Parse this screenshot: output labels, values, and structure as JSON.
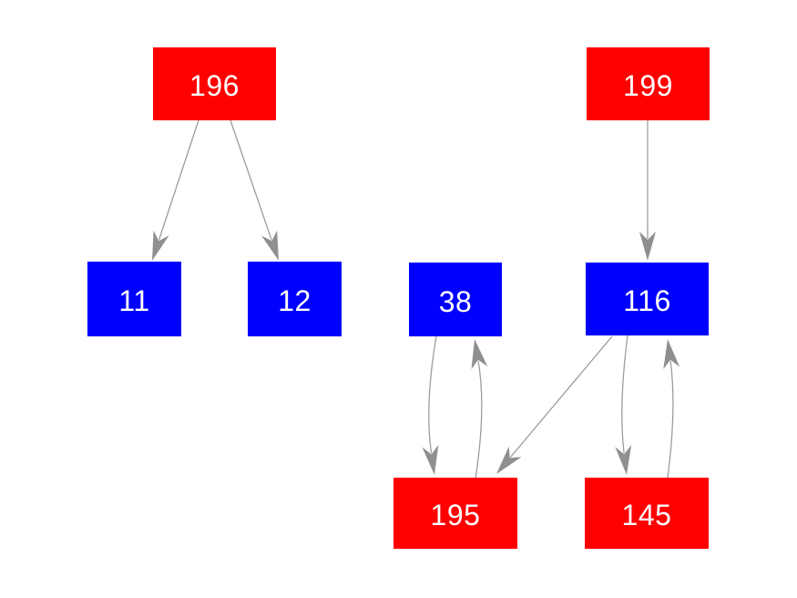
{
  "diagram": {
    "kind": "directed-graph-plot",
    "background": "#ffffff",
    "colors": {
      "red": "#ff0000",
      "blue": "#0000ff",
      "edge": "#999999",
      "arrowhead": "#8f8f8f",
      "label": "#ffffff"
    },
    "nodes": [
      {
        "id": "196",
        "label": "196",
        "color": "#ff0000"
      },
      {
        "id": "199",
        "label": "199",
        "color": "#ff0000"
      },
      {
        "id": "11",
        "label": "11",
        "color": "#0000ff"
      },
      {
        "id": "12",
        "label": "12",
        "color": "#0000ff"
      },
      {
        "id": "38",
        "label": "38",
        "color": "#0000ff"
      },
      {
        "id": "116",
        "label": "116",
        "color": "#0000ff"
      },
      {
        "id": "195",
        "label": "195",
        "color": "#ff0000"
      },
      {
        "id": "145",
        "label": "145",
        "color": "#ff0000"
      }
    ],
    "edges": [
      {
        "from": "196",
        "to": "11",
        "style": "straight"
      },
      {
        "from": "196",
        "to": "12",
        "style": "straight"
      },
      {
        "from": "199",
        "to": "116",
        "style": "straight"
      },
      {
        "from": "116",
        "to": "195",
        "style": "straight"
      },
      {
        "from": "38",
        "to": "195",
        "style": "curved"
      },
      {
        "from": "195",
        "to": "38",
        "style": "curved"
      },
      {
        "from": "116",
        "to": "145",
        "style": "curved"
      },
      {
        "from": "145",
        "to": "116",
        "style": "curved"
      }
    ]
  }
}
